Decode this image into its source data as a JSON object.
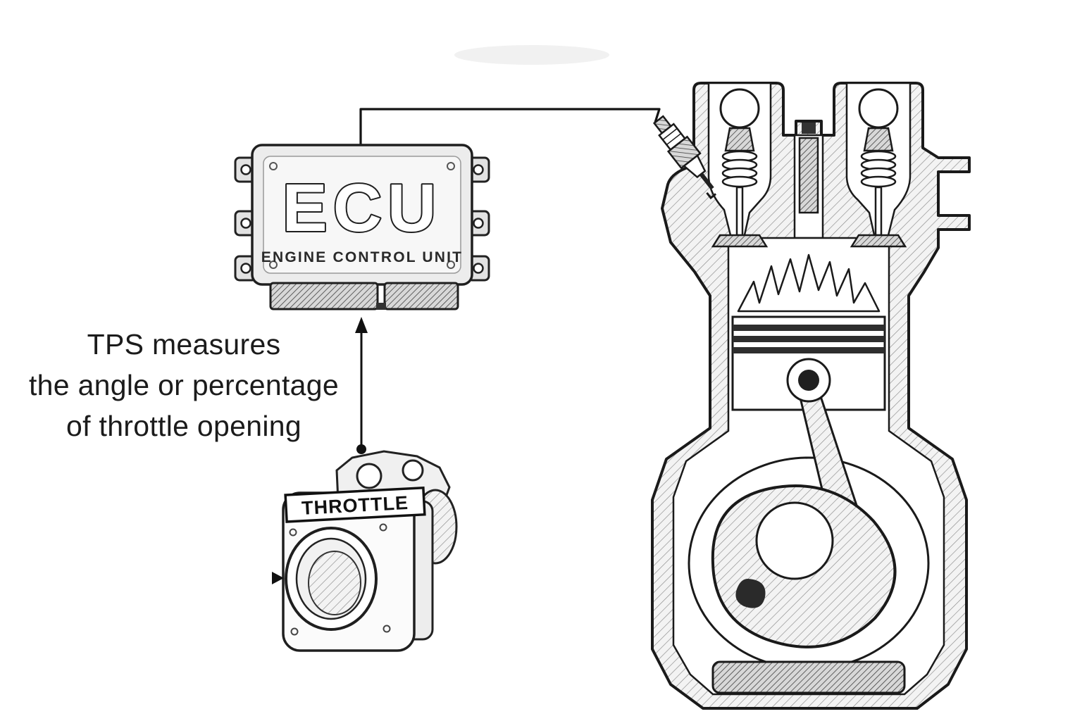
{
  "colors": {
    "ink": "#1a1a1a",
    "paper": "#ffffff",
    "panel_light": "#ededed",
    "hatch_gray": "#8a8a8a",
    "dark_fill": "#2e2e2e"
  },
  "ecu": {
    "title": "ECU",
    "subtitle": "ENGINE CONTROL UNIT"
  },
  "throttle": {
    "label": "THROTTLE"
  },
  "annotation": {
    "line1": "TPS measures",
    "line2": "the angle or percentage",
    "line3": "of throttle opening"
  },
  "icons": {
    "tps_arrow": "arrow-up-icon",
    "inlet_arrow": "arrow-right-icon"
  }
}
